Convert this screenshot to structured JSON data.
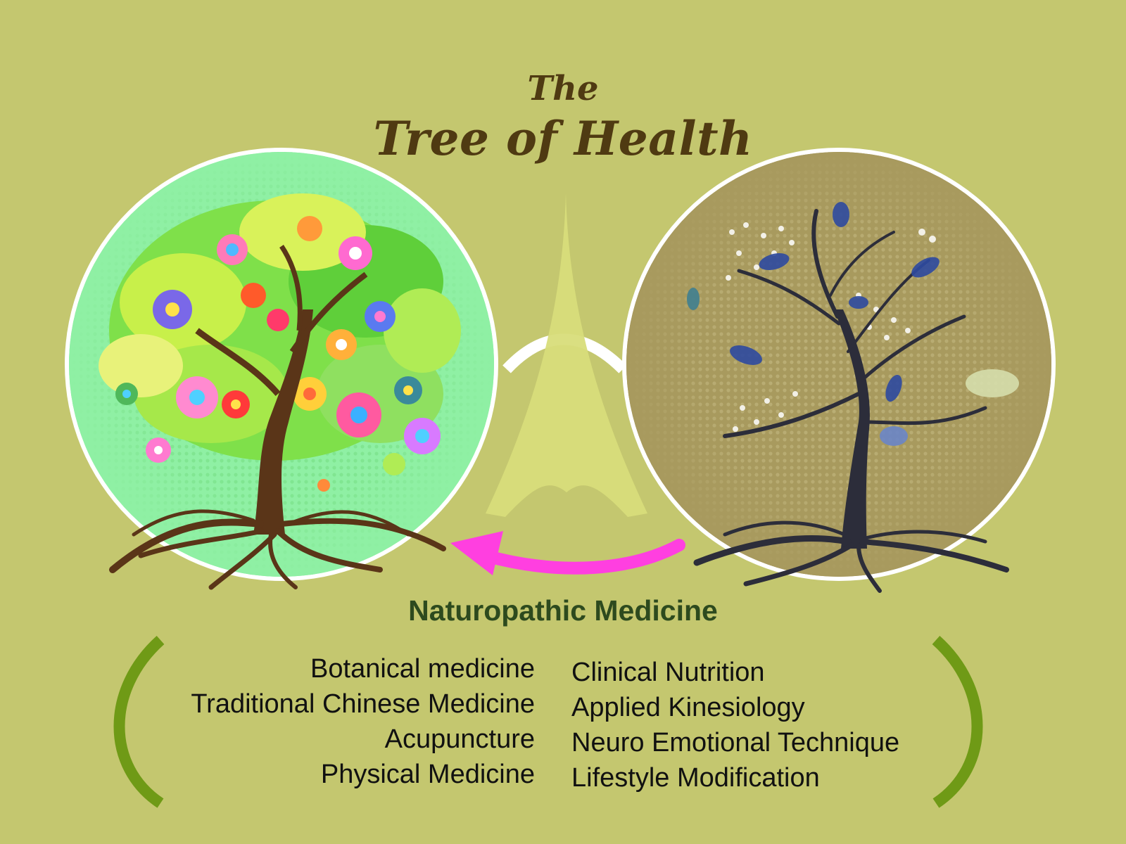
{
  "title": {
    "line1": "The",
    "line2": "Tree of Health"
  },
  "subtitle": "Naturopathic Medicine",
  "modalities": {
    "left": [
      "Botanical medicine",
      "Traditional Chinese Medicine",
      "Acupuncture",
      "Physical Medicine"
    ],
    "right": [
      "Clinical Nutrition",
      "Applied Kinesiology",
      "Neuro Emotional Technique",
      "Lifestyle Modification"
    ]
  },
  "colors": {
    "background": "#c4c76f",
    "healthy_circle": "#8ff0a4",
    "unhealthy_circle": "#a89a5e",
    "arrow": "#ff3fe0",
    "brackets": "#6f9a16",
    "title": "#4f3a12",
    "subtitle": "#2d4a1e"
  },
  "icons": {
    "left": "healthy-flowering-tree",
    "right": "withered-tree",
    "center": "spire-symbol",
    "arrow": "curved-arrow-left"
  }
}
